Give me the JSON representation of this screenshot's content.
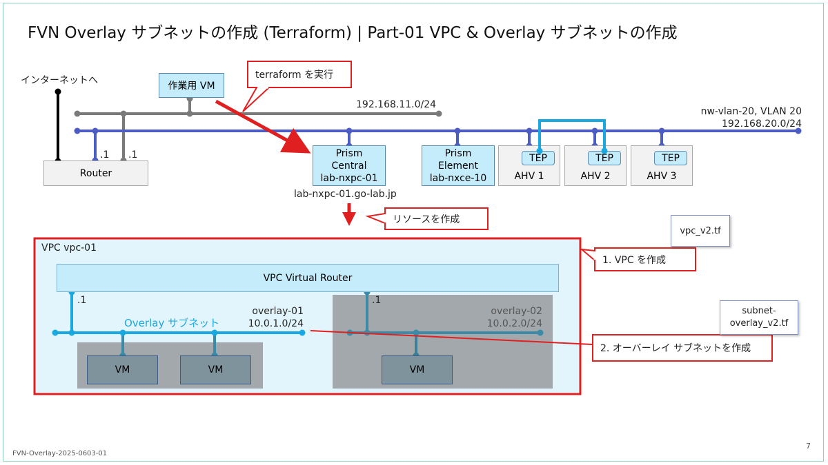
{
  "title": "FVN Overlay サブネットの作成 (Terraform) | Part-01 VPC & Overlay サブネットの作成",
  "footer": {
    "doc_id": "FVN-Overlay-2025-0603-01",
    "page_number": "7"
  },
  "physical": {
    "internet_label": "インターネットへ",
    "work_vm_label": "作業用 VM",
    "mgmt_network": "192.168.11.0/24",
    "vlan_name": "nw-vlan-20, VLAN 20",
    "vlan_subnet": "192.168.20.0/24",
    "router": {
      "label": "Router",
      "port_a": ".1",
      "port_b": ".1"
    },
    "prism_central": {
      "lines": [
        "Prism",
        "Central",
        "lab-nxpc-01"
      ],
      "fqdn": "lab-nxpc-01.go-lab.jp"
    },
    "prism_element": {
      "lines": [
        "Prism",
        "Element",
        "lab-nxce-10"
      ]
    },
    "hosts": [
      {
        "name": "AHV 1",
        "tep": "TEP"
      },
      {
        "name": "AHV 2",
        "tep": "TEP"
      },
      {
        "name": "AHV 3",
        "tep": "TEP"
      }
    ]
  },
  "callouts": {
    "terraform": "terraform を実行",
    "resources": "リソースを作成",
    "vpc_step": "1. VPC を作成",
    "subnet_step": "2. オーバーレイ サブネットを作成"
  },
  "files": {
    "vpc_file": "vpc_v2.tf",
    "subnet_file_lines": [
      "subnet-",
      "overlay_v2.tf"
    ]
  },
  "vpc": {
    "label": "VPC vpc-01",
    "router_label": "VPC Virtual Router",
    "subnet_group_label": "Overlay サブネット",
    "overlay1": {
      "name": "overlay-01",
      "cidr": "10.0.1.0/24",
      "gateway": ".1"
    },
    "overlay2": {
      "name": "overlay-02",
      "cidr": "10.0.2.0/24",
      "gateway": ".1"
    },
    "vms": [
      "VM",
      "VM",
      "VM"
    ]
  },
  "colors": {
    "accent_red": "#e02020",
    "network_blue": "#4d5cc0",
    "mgmt_gray": "#7a7a7a",
    "overlay_cyan": "#1aa8e0",
    "prism_fill": "#c5ecfa",
    "vpc_fill": "#e3f5fc",
    "vm_fill": "#7f939c"
  }
}
